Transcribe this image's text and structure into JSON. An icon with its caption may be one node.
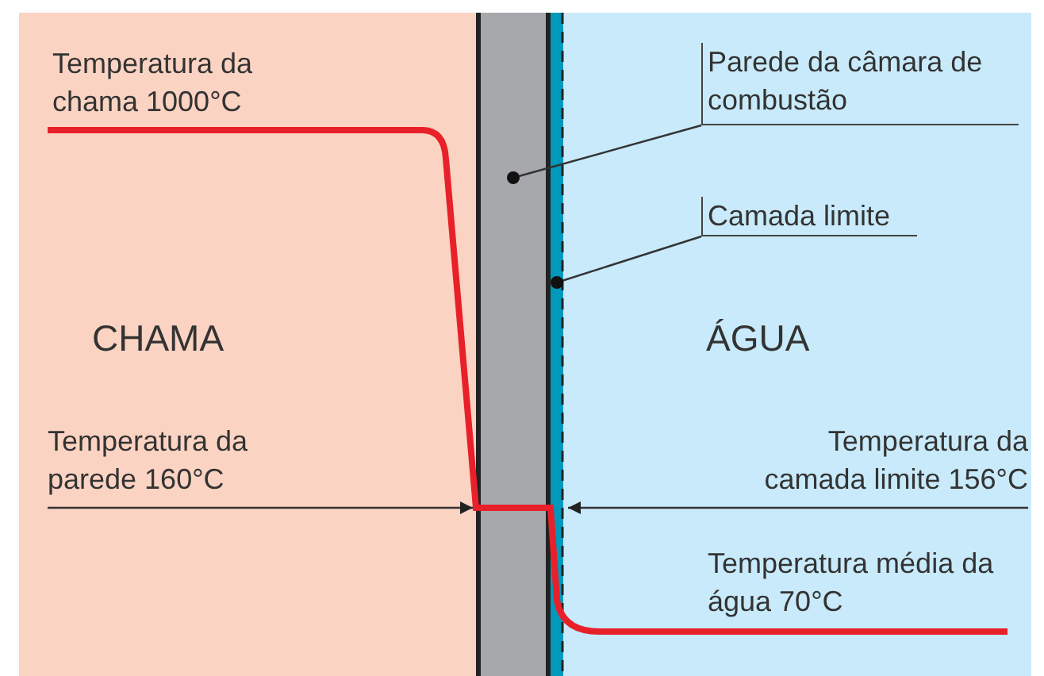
{
  "diagram": {
    "nodes": [
      {
        "text": [
          "CHAMA"
        ]
      },
      {
        "text": [],
        "shape": "box"
      },
      {
        "text": [],
        "shape": "bar"
      },
      {
        "text": [
          "ÁGUA"
        ]
      },
      {
        "text": [
          "Parede da câmara de combustão"
        ],
        "in": 3
      },
      {
        "text": [
          "Camada limite"
        ],
        "in": 3
      },
      {
        "text": [
          "Temperatura da parede 160°C"
        ],
        "in": 0
      },
      {
        "text": [
          "Temperatura da camada limite 156°C"
        ],
        "in": 3
      }
    ],
    "edges": [
      {
        "from": 4,
        "to": 1,
        "arrow": "other"
      },
      {
        "from": 5,
        "to": 2,
        "arrow": "other"
      },
      {
        "from": 6,
        "to": 1,
        "arrow": "to"
      },
      {
        "from": 7,
        "to": 2,
        "arrow": "to"
      }
    ],
    "labels": [
      "Temperatura da chama 1000°C",
      "Temperatura média da água 70°C"
    ]
  }
}
